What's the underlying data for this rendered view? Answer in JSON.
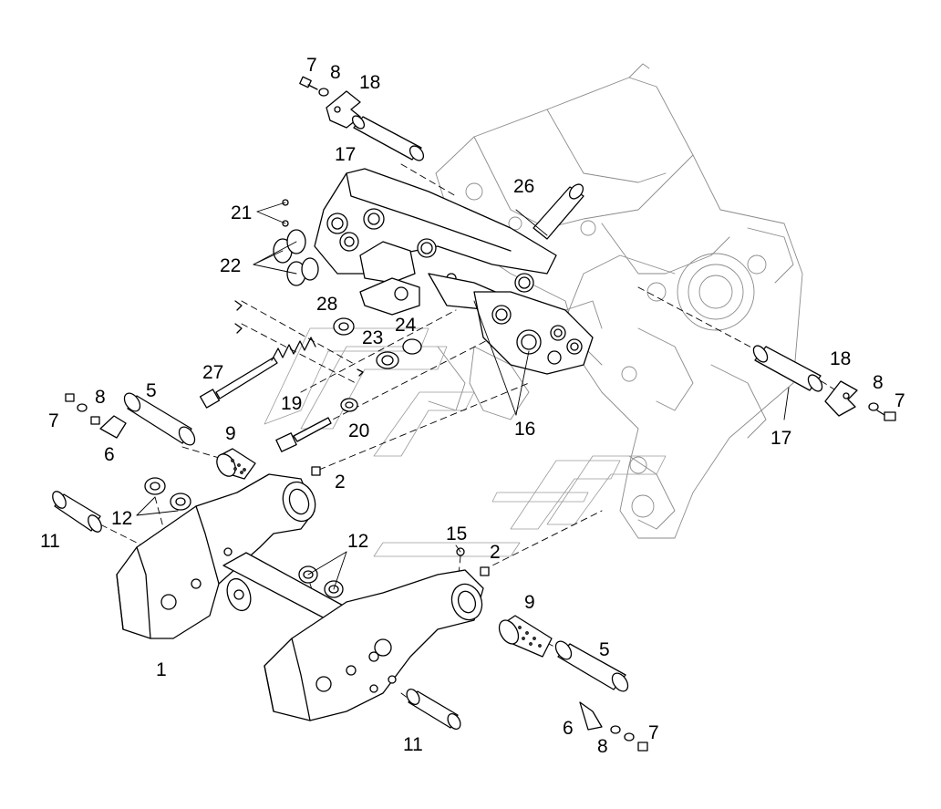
{
  "colors": {
    "ink": "#000000",
    "paper": "#ffffff",
    "ghost": "#8a8a8a"
  },
  "callouts": {
    "c1": "1",
    "c2a": "2",
    "c2b": "2",
    "c5a": "5",
    "c5b": "5",
    "c6a": "6",
    "c6b": "6",
    "c7a": "7",
    "c7b": "7",
    "c7c": "7",
    "c7d": "7",
    "c8a": "8",
    "c8b": "8",
    "c8c": "8",
    "c8d": "8",
    "c9a": "9",
    "c9b": "9",
    "c11a": "11",
    "c11b": "11",
    "c12a": "12",
    "c12b": "12",
    "c15": "15",
    "c16": "16",
    "c17a": "17",
    "c17b": "17",
    "c18a": "18",
    "c18b": "18",
    "c19": "19",
    "c20": "20",
    "c21": "21",
    "c22": "22",
    "c23": "23",
    "c24": "24",
    "c26": "26",
    "c27": "27",
    "c28": "28"
  }
}
